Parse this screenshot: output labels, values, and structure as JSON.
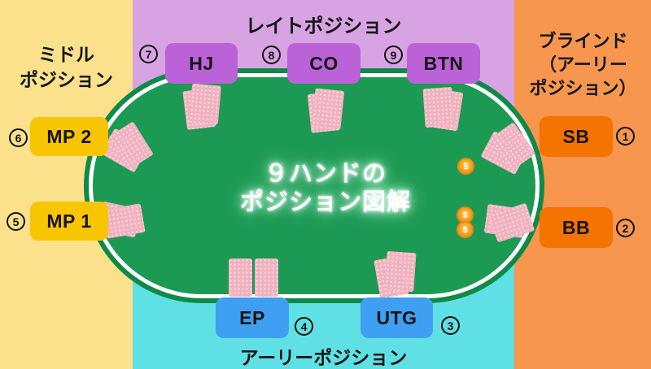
{
  "regions": {
    "late": {
      "label": "レイトポジション"
    },
    "middle": {
      "line1": "ミドル",
      "line2": "ポジション"
    },
    "blinds": {
      "line1": "ブラインド",
      "line2": "（アーリー",
      "line3": "ポジション）"
    },
    "early": {
      "label": "アーリーポジション"
    }
  },
  "table": {
    "title_line1": "９ハンドの",
    "title_line2": "ポジション図解"
  },
  "seats": {
    "hj": {
      "label": "HJ",
      "number": "7"
    },
    "co": {
      "label": "CO",
      "number": "8"
    },
    "btn": {
      "label": "BTN",
      "number": "9"
    },
    "mp2": {
      "label": "MP 2",
      "number": "6"
    },
    "mp1": {
      "label": "MP 1",
      "number": "5"
    },
    "sb": {
      "label": "SB",
      "number": "1"
    },
    "bb": {
      "label": "BB",
      "number": "2"
    },
    "ep": {
      "label": "EP",
      "number": "4"
    },
    "utg": {
      "label": "UTG",
      "number": "3"
    }
  },
  "icons": {
    "coin_symbol": "$"
  },
  "colors": {
    "region_middle_bg": "#fbe18c",
    "region_late_bg": "#d8a3e2",
    "region_blinds_bg": "#f6964f",
    "region_early_bg": "#5fe0e4",
    "felt_green": "#1c9953",
    "felt_rim": "#0e8a48",
    "table_ring": "#ffffff",
    "seat_purple": "#bb62d8",
    "seat_gold": "#f8c503",
    "seat_orange": "#f57300",
    "seat_blue": "#3f9ff2",
    "card_pink": "#f1b2bf",
    "coin_orange": "#fba01c"
  }
}
